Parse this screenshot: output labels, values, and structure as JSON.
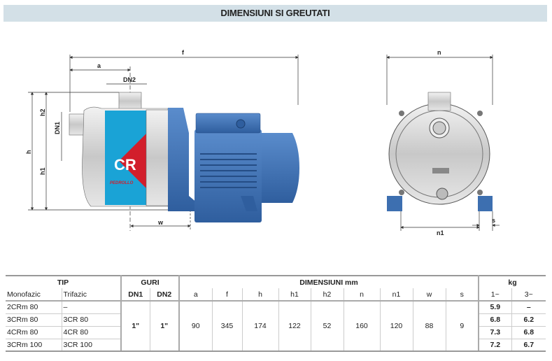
{
  "title": "DIMENSIUNI SI GREUTATI",
  "drawing": {
    "f": "f",
    "a": "a",
    "DN2": "DN2",
    "DN1": "DN1",
    "h": "h",
    "h1": "h1",
    "h2": "h2",
    "w": "w",
    "n": "n",
    "n1": "n1",
    "s": "s",
    "badge": "CR",
    "brand": "PEDROLLO"
  },
  "colors": {
    "pump_blue": "#3d6fb0",
    "badge_red": "#d21e2b",
    "panel_cyan": "#1aa3d6",
    "header_bg": "#d3e0e7"
  },
  "table": {
    "group_headers": {
      "tip": "TIP",
      "guri": "GURI",
      "dim": "DIMENSIUNI mm",
      "kg": "kg"
    },
    "sub_headers": [
      "Monofazic",
      "Trifazic",
      "DN1",
      "DN2",
      "a",
      "f",
      "h",
      "h1",
      "h2",
      "n",
      "n1",
      "w",
      "s",
      "1~",
      "3~"
    ],
    "rows": [
      {
        "mono": "2CRm 80",
        "tri": "–",
        "kg1": "5.9",
        "kg3": "–"
      },
      {
        "mono": "3CRm 80",
        "tri": "3CR 80",
        "kg1": "6.8",
        "kg3": "6.2"
      },
      {
        "mono": "4CRm 80",
        "tri": "4CR 80",
        "kg1": "7.3",
        "kg3": "6.8"
      },
      {
        "mono": "3CRm 100",
        "tri": "3CR 100",
        "kg1": "7.2",
        "kg3": "6.7"
      }
    ],
    "shared": {
      "DN1": "1\"",
      "DN2": "1\"",
      "a": "90",
      "f": "345",
      "h": "174",
      "h1": "122",
      "h2": "52",
      "n": "160",
      "n1": "120",
      "w": "88",
      "s": "9"
    }
  }
}
